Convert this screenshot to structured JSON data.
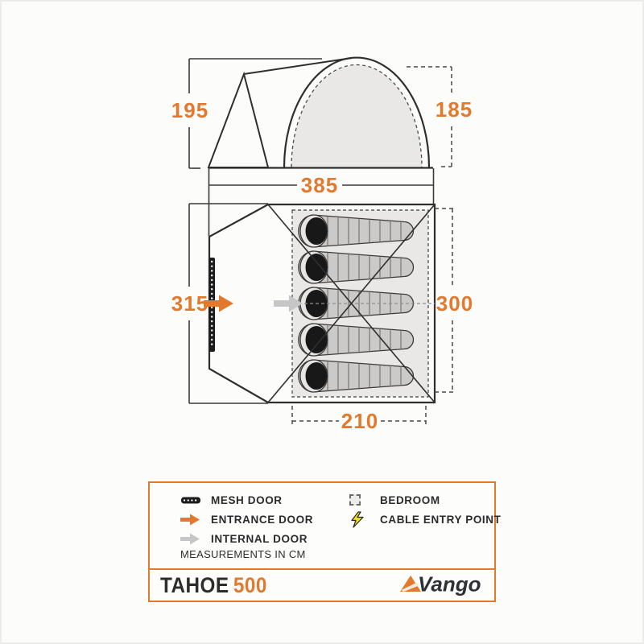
{
  "dimensions": {
    "side_height": "195",
    "dome_height": "185",
    "total_width": "385",
    "floor_depth": "315",
    "bedroom_depth": "300",
    "bedroom_width": "210"
  },
  "legend": {
    "left": [
      {
        "icon": "mesh-door-icon",
        "label": "MESH DOOR"
      },
      {
        "icon": "entrance-door-icon",
        "label": "ENTRANCE DOOR"
      },
      {
        "icon": "internal-door-icon",
        "label": "INTERNAL DOOR"
      }
    ],
    "right": [
      {
        "icon": "bedroom-icon",
        "label": "BEDROOM"
      },
      {
        "icon": "cable-entry-icon",
        "label": "CABLE ENTRY POINT"
      }
    ],
    "note": "MEASUREMENTS IN CM"
  },
  "title_block": {
    "model": "TAHOE",
    "size": "500",
    "brand": "Vango"
  },
  "colors": {
    "accent": "#e2792c",
    "line": "#2f2f2f",
    "panel_fill": "#e9e8e6",
    "bag_fill": "#cbcac8",
    "bolt_yellow": "#f3e11c"
  }
}
